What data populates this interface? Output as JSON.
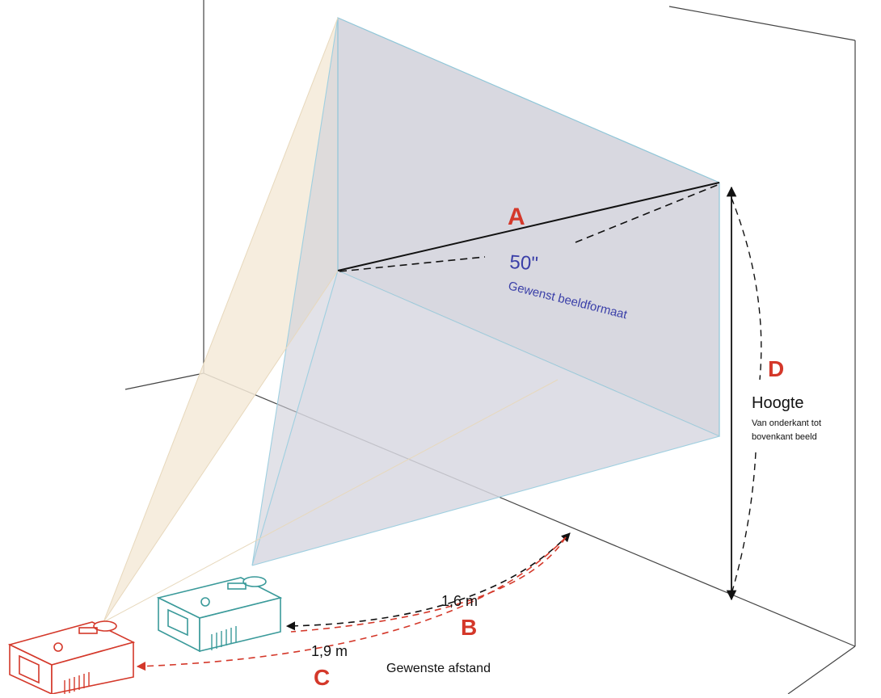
{
  "labels": {
    "a": "A",
    "b": "B",
    "c": "C",
    "d": "D",
    "screen_size": "50\"",
    "screen_size_caption": "Gewenst beeldformaat",
    "distance_near": "1,6 m",
    "distance_far": "1,9 m",
    "distance_caption": "Gewenste afstand",
    "height_title": "Hoogte",
    "height_line1": "Van onderkant tot",
    "height_line2": "bovenkant beeld"
  },
  "colors": {
    "accent_red": "#d4382a",
    "label_blue": "#3a3fa8",
    "near_projector": "#3a9a9a",
    "far_projector": "#d4382a",
    "screen_fill": "#d8d8e0",
    "light_cone": "#f5ead8",
    "wall_line": "#444444"
  }
}
